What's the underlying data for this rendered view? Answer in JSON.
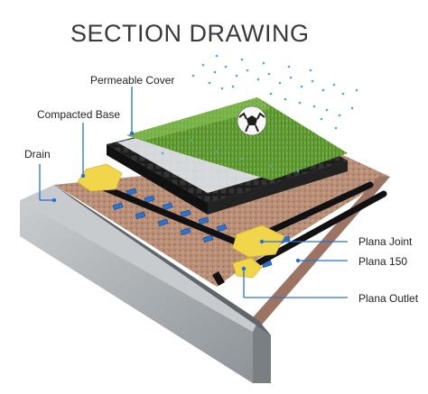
{
  "title": "SECTION DRAWING",
  "labels": {
    "permeable_cover": "Permeable Cover",
    "compacted_base": "Compacted Base",
    "drain": "Drain",
    "plana_joint": "Plana Joint",
    "plana_150": "Plana 150",
    "plana_outlet": "Plana Outlet"
  },
  "colors": {
    "leader_line": "#2a6fd6",
    "grass": "#4f8a2a",
    "concrete": "#a9adb0",
    "gravel": "#b48a74",
    "plana_yellow": "#f0d34a",
    "water_drops": "#4aa8e0"
  }
}
